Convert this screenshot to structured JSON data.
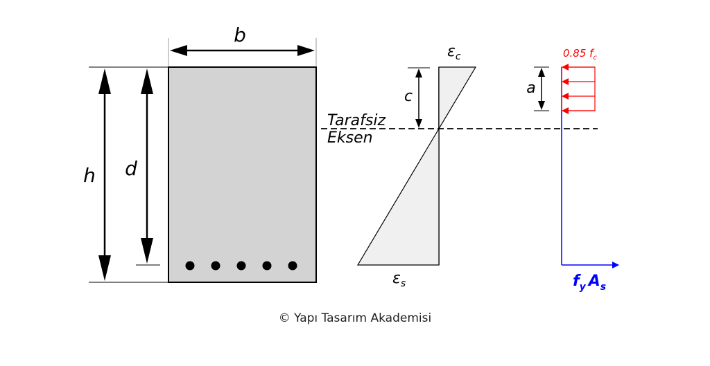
{
  "labels": {
    "b": "b",
    "h": "h",
    "d": "d",
    "c": "c",
    "a": "a",
    "eps_c_base": "ε",
    "eps_c_sub": "c",
    "eps_s_base": "ε",
    "eps_s_sub": "s",
    "neutral_axis_line1": "Tarafsiz",
    "neutral_axis_line2": "Eksen",
    "compression_force_prefix": "0.85 f",
    "compression_force_sub": "c",
    "steel_force_fy_base": "f",
    "steel_force_fy_sub": "y",
    "steel_force_as_base": "A",
    "steel_force_as_sub": "s"
  },
  "rebar_count": 5,
  "stress_arrow_count": 4,
  "colors": {
    "line": "#000000",
    "section_fill": "#d3d3d3",
    "strain_fill": "#f0f0f0",
    "compression": "#ff0000",
    "tension": "#0000ff",
    "dim_line": "#000000"
  },
  "caption": "© Yapı Tasarım Akademisi"
}
